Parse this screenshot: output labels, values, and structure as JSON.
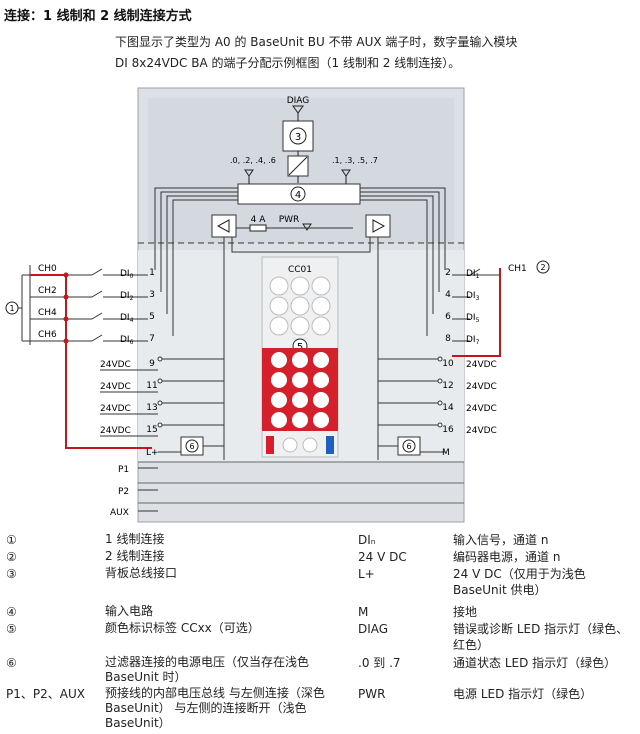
{
  "heading": "连接：1 线制和 2 线制连接方式",
  "intro_line1": "下图显示了类型为 A0 的 BaseUnit BU 不带 AUX 端子时，数字量输入模块",
  "intro_line2": "DI 8x24VDC BA 的端子分配示例框图（1 线制和 2 线制连接）。",
  "diagram": {
    "diag_label": "DIAG",
    "box3": "3",
    "box4": "4",
    "box5": "5",
    "box6": "6",
    "callout1": "1",
    "callout2": "2",
    "led_even": ".0, .2, .4, .6",
    "led_odd": ".1, .3, .5, .7",
    "fuse": "4 A",
    "pwr": "PWR",
    "cc_label": "CC01",
    "left_channels": [
      "CH0",
      "CH2",
      "CH4",
      "CH6"
    ],
    "right_channel": "CH1",
    "left_di": [
      "DI",
      "DI",
      "DI",
      "DI"
    ],
    "left_di_sub": [
      "0",
      "2",
      "4",
      "6"
    ],
    "right_di": [
      "DI",
      "DI",
      "DI",
      "DI"
    ],
    "right_di_sub": [
      "1",
      "3",
      "5",
      "7"
    ],
    "left_terms": [
      "1",
      "3",
      "5",
      "7",
      "9",
      "11",
      "13",
      "15"
    ],
    "right_terms": [
      "2",
      "4",
      "6",
      "8",
      "10",
      "12",
      "14",
      "16"
    ],
    "vdc": "24VDC",
    "lplus": "L+",
    "m": "M",
    "p1": "P1",
    "p2": "P2",
    "aux": "AUX"
  },
  "legend": [
    {
      "sym": "①",
      "desc": "1 线制连接",
      "sym2": "DIₙ",
      "desc2": "输入信号，通道 n"
    },
    {
      "sym": "②",
      "desc": "2 线制连接",
      "sym2": "24 V DC",
      "desc2": "编码器电源，通道 n"
    },
    {
      "sym": "③",
      "desc": "背板总线接口",
      "sym2": "L+",
      "desc2": "24 V DC（仅用于为浅色 BaseUnit 供电）"
    },
    {
      "sym": "④",
      "desc": "输入电路",
      "sym2": "M",
      "desc2": "接地"
    },
    {
      "sym": "⑤",
      "desc": "颜色标识标签 CCxx（可选）",
      "sym2": "DIAG",
      "desc2": "错误或诊断 LED 指示灯（绿色、红色）"
    },
    {
      "sym": "⑥",
      "desc": "过滤器连接的电源电压（仅当存在浅色 BaseUnit 时）",
      "sym2": ".0 到 .7",
      "desc2": "通道状态 LED 指示灯（绿色）"
    },
    {
      "sym": "P1、P2、AUX",
      "desc": "预接线的内部电压总线 与左侧连接（深色 BaseUnit） 与左侧的连接断开（浅色 BaseUnit）",
      "sym2": "PWR",
      "desc2": "电源 LED 指示灯（绿色）"
    }
  ]
}
